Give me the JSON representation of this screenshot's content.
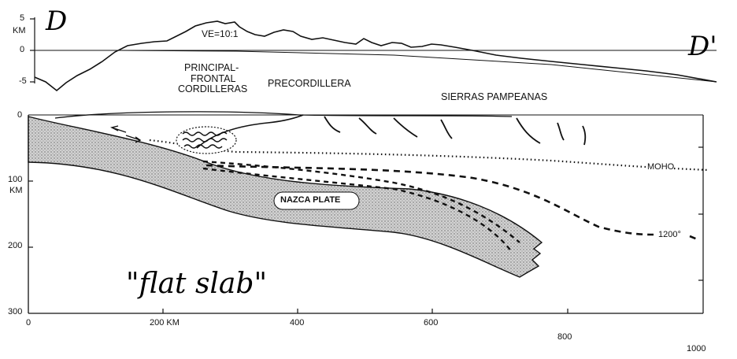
{
  "handwritten": {
    "start_label": "D",
    "end_label": "D'",
    "caption": "\"flat slab\""
  },
  "topography_axis": {
    "unit": "KM",
    "ticks": [
      "5",
      "0",
      "-5"
    ]
  },
  "vertical_exaggeration": "VE=10:1",
  "regions": {
    "principal_frontal_line1": "PRINCIPAL-",
    "principal_frontal_line2": "FRONTAL",
    "principal_frontal_line3": "CORDILLERAS",
    "precordillera": "PRECORDILLERA",
    "sierras_pampeanas": "SIERRAS PAMPEANAS"
  },
  "depth_axis": {
    "ticks": [
      "0",
      "100",
      "200",
      "300"
    ],
    "unit": "KM"
  },
  "distance_axis": {
    "ticks": [
      "0",
      "200 KM",
      "400",
      "600",
      "800",
      "1000"
    ]
  },
  "labels": {
    "moho": "MOHO",
    "nazca_plate": "NAZCA PLATE",
    "isotherm": "1200°"
  },
  "colors": {
    "ink": "#111111",
    "plate_fill": "#c9c9c9",
    "paper": "#ffffff"
  }
}
